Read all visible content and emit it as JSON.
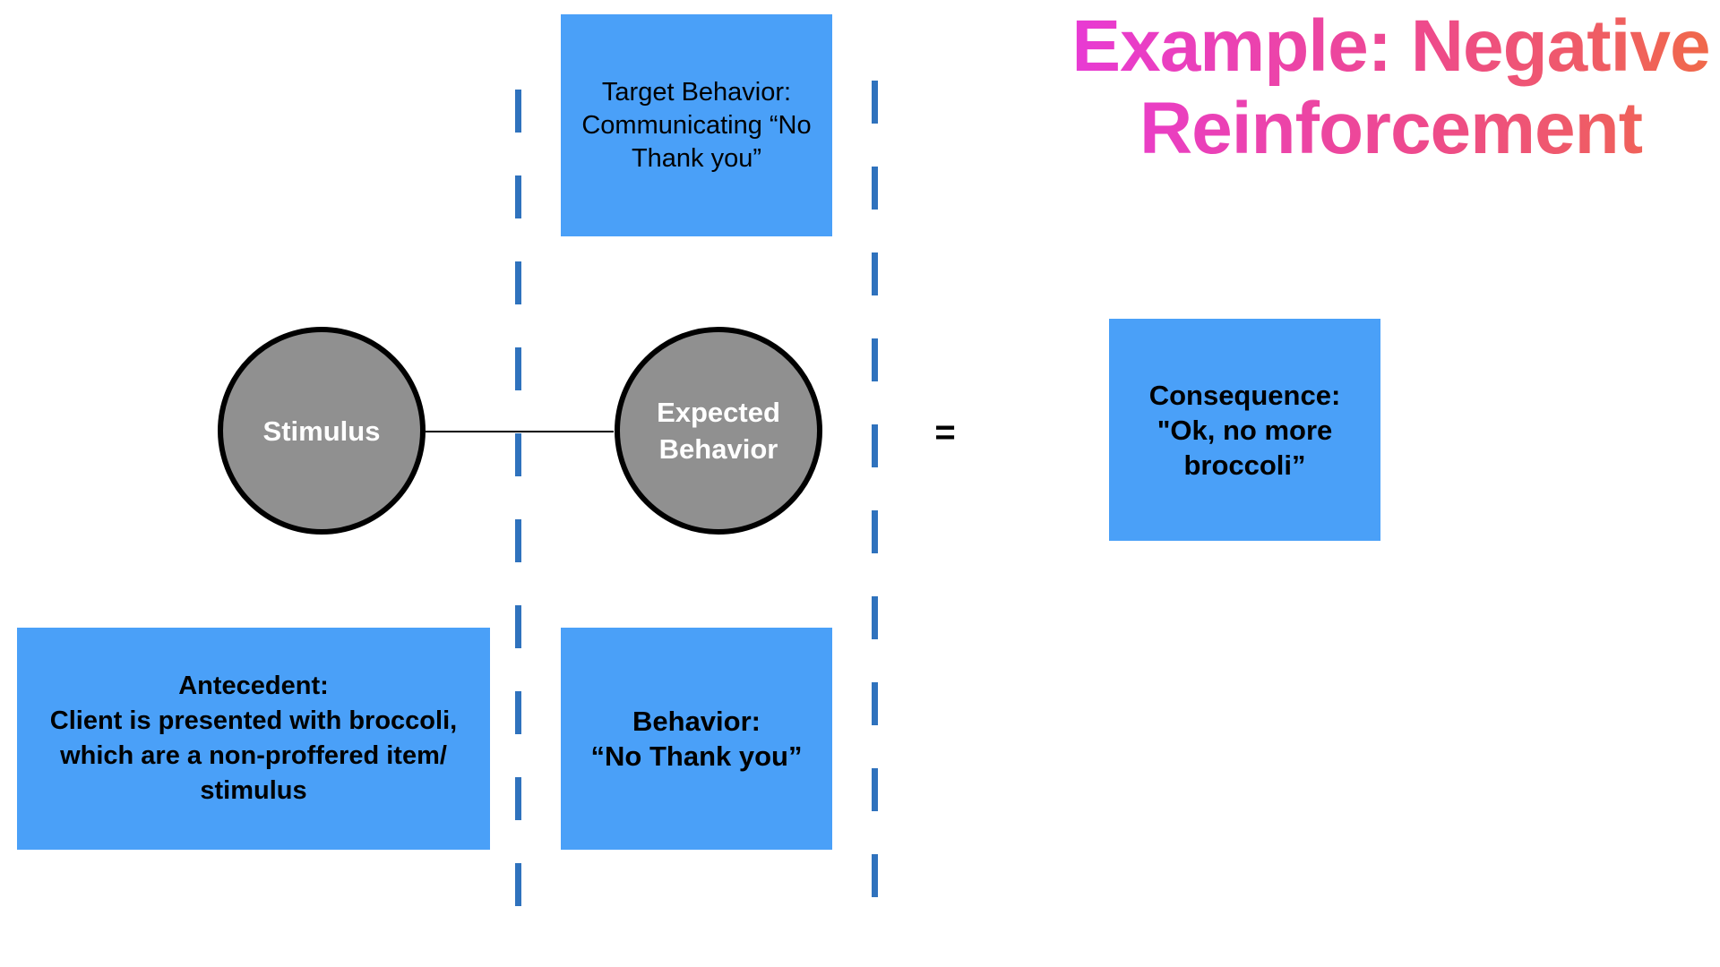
{
  "slide": {
    "title_lines": [
      "Example: Negative",
      "Reinforcement"
    ],
    "title_gradient": [
      "#e83ad6",
      "#ee4a8c",
      "#f06a48"
    ],
    "box_color": "#4aa0f8",
    "circle_color": "#909090",
    "divider_color": "#2f72bd"
  },
  "target_behavior": {
    "lines": [
      "Target Behavior:",
      "Communicating “No",
      "Thank you”"
    ]
  },
  "stimulus": {
    "label": "Stimulus"
  },
  "expected_behavior": {
    "lines": [
      "Expected",
      "Behavior"
    ]
  },
  "equals_sign": "=",
  "consequence": {
    "lines": [
      "Consequence:",
      "\"Ok, no more",
      "broccoli”"
    ]
  },
  "antecedent": {
    "lines": [
      "Antecedent:",
      "Client is presented with broccoli,",
      "which are a non-proffered item/",
      "stimulus"
    ]
  },
  "behavior": {
    "lines": [
      "Behavior:",
      "“No Thank you”"
    ]
  }
}
